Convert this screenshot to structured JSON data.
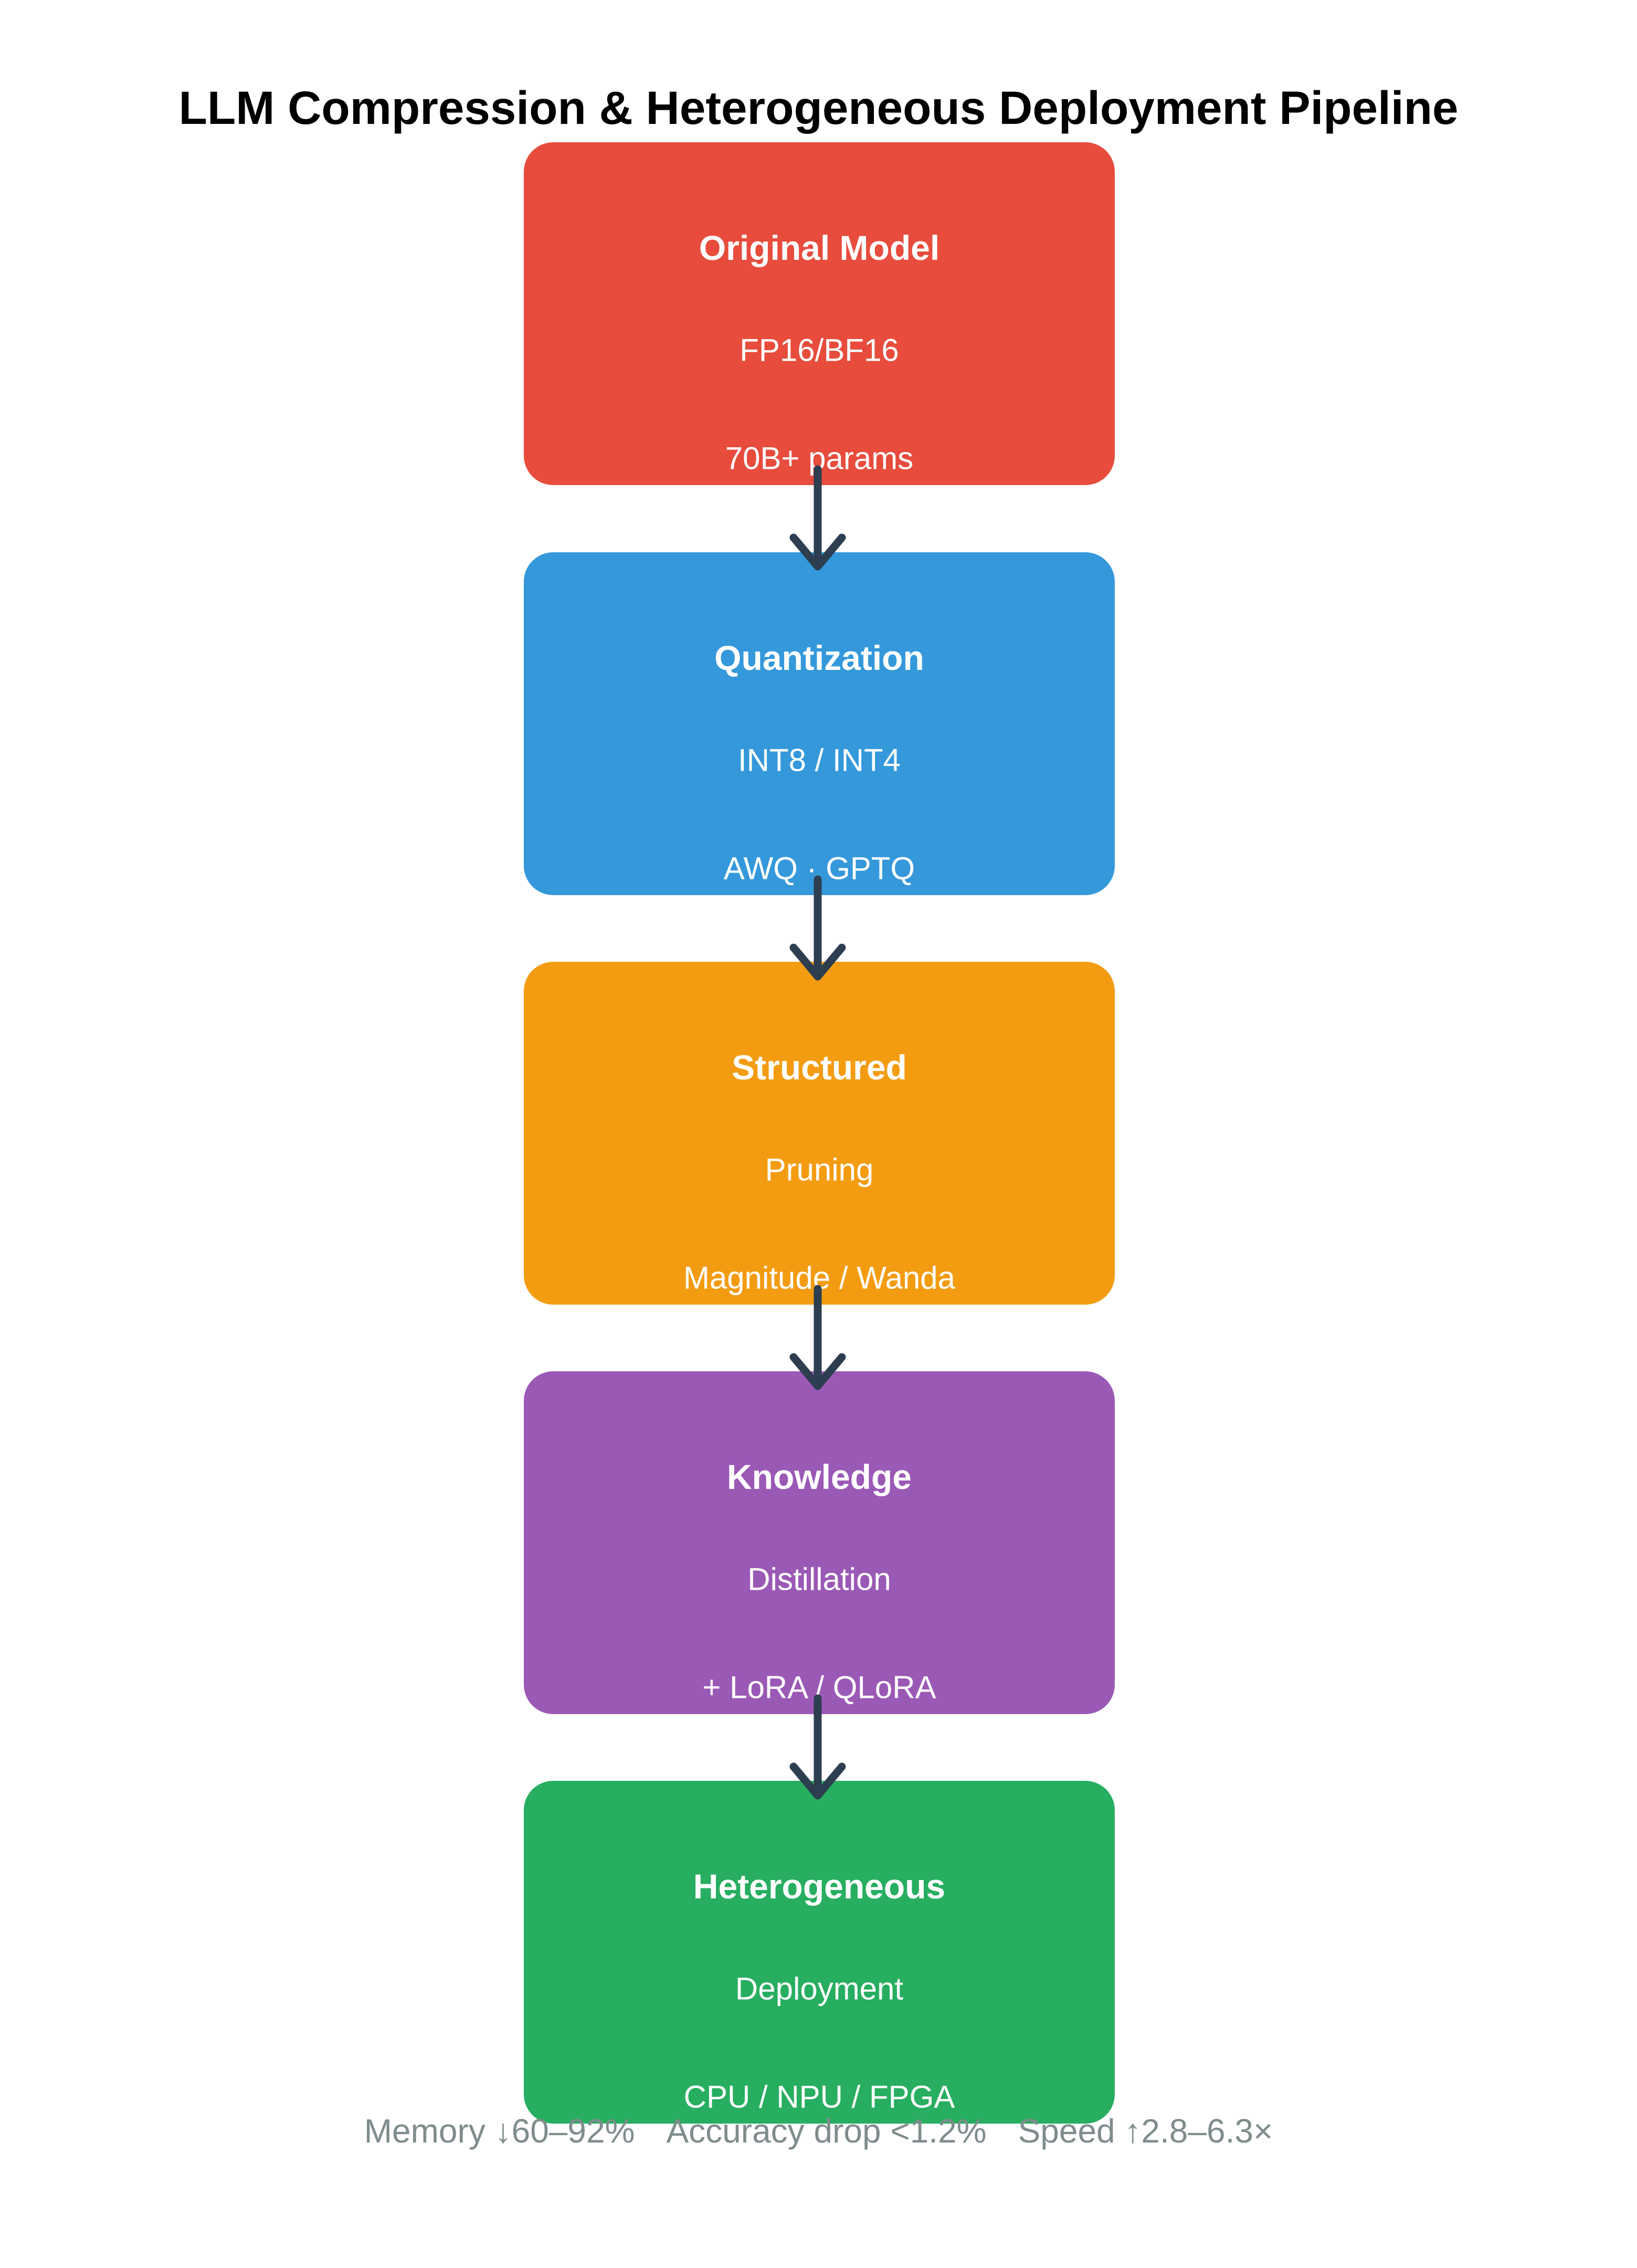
{
  "title": "LLM Compression & Heterogeneous Deployment Pipeline",
  "boxes": [
    {
      "name": "original-model",
      "color": "#e74c3c",
      "lines": [
        "Original Model",
        "FP16/BF16",
        "70B+ params"
      ]
    },
    {
      "name": "quantization",
      "color": "#3498db",
      "lines": [
        "Quantization",
        "INT8 / INT4",
        "AWQ · GPTQ"
      ]
    },
    {
      "name": "structured-pruning",
      "color": "#f39c12",
      "lines": [
        "Structured",
        "Pruning",
        "Magnitude / Wanda"
      ]
    },
    {
      "name": "knowledge-distillation",
      "color": "#9b59b6",
      "lines": [
        "Knowledge",
        "Distillation",
        "+ LoRA / QLoRA"
      ]
    },
    {
      "name": "heterogeneous-deployment",
      "color": "#27ae60",
      "lines": [
        "Heterogeneous",
        "Deployment",
        "CPU / NPU / FPGA"
      ]
    }
  ],
  "arrow_color": "#2c3e50",
  "footer": {
    "color": "#7f8c8d",
    "items": [
      "Memory ↓60–92%",
      "Accuracy drop <1.2%",
      "Speed ↑2.8–6.3×"
    ]
  }
}
